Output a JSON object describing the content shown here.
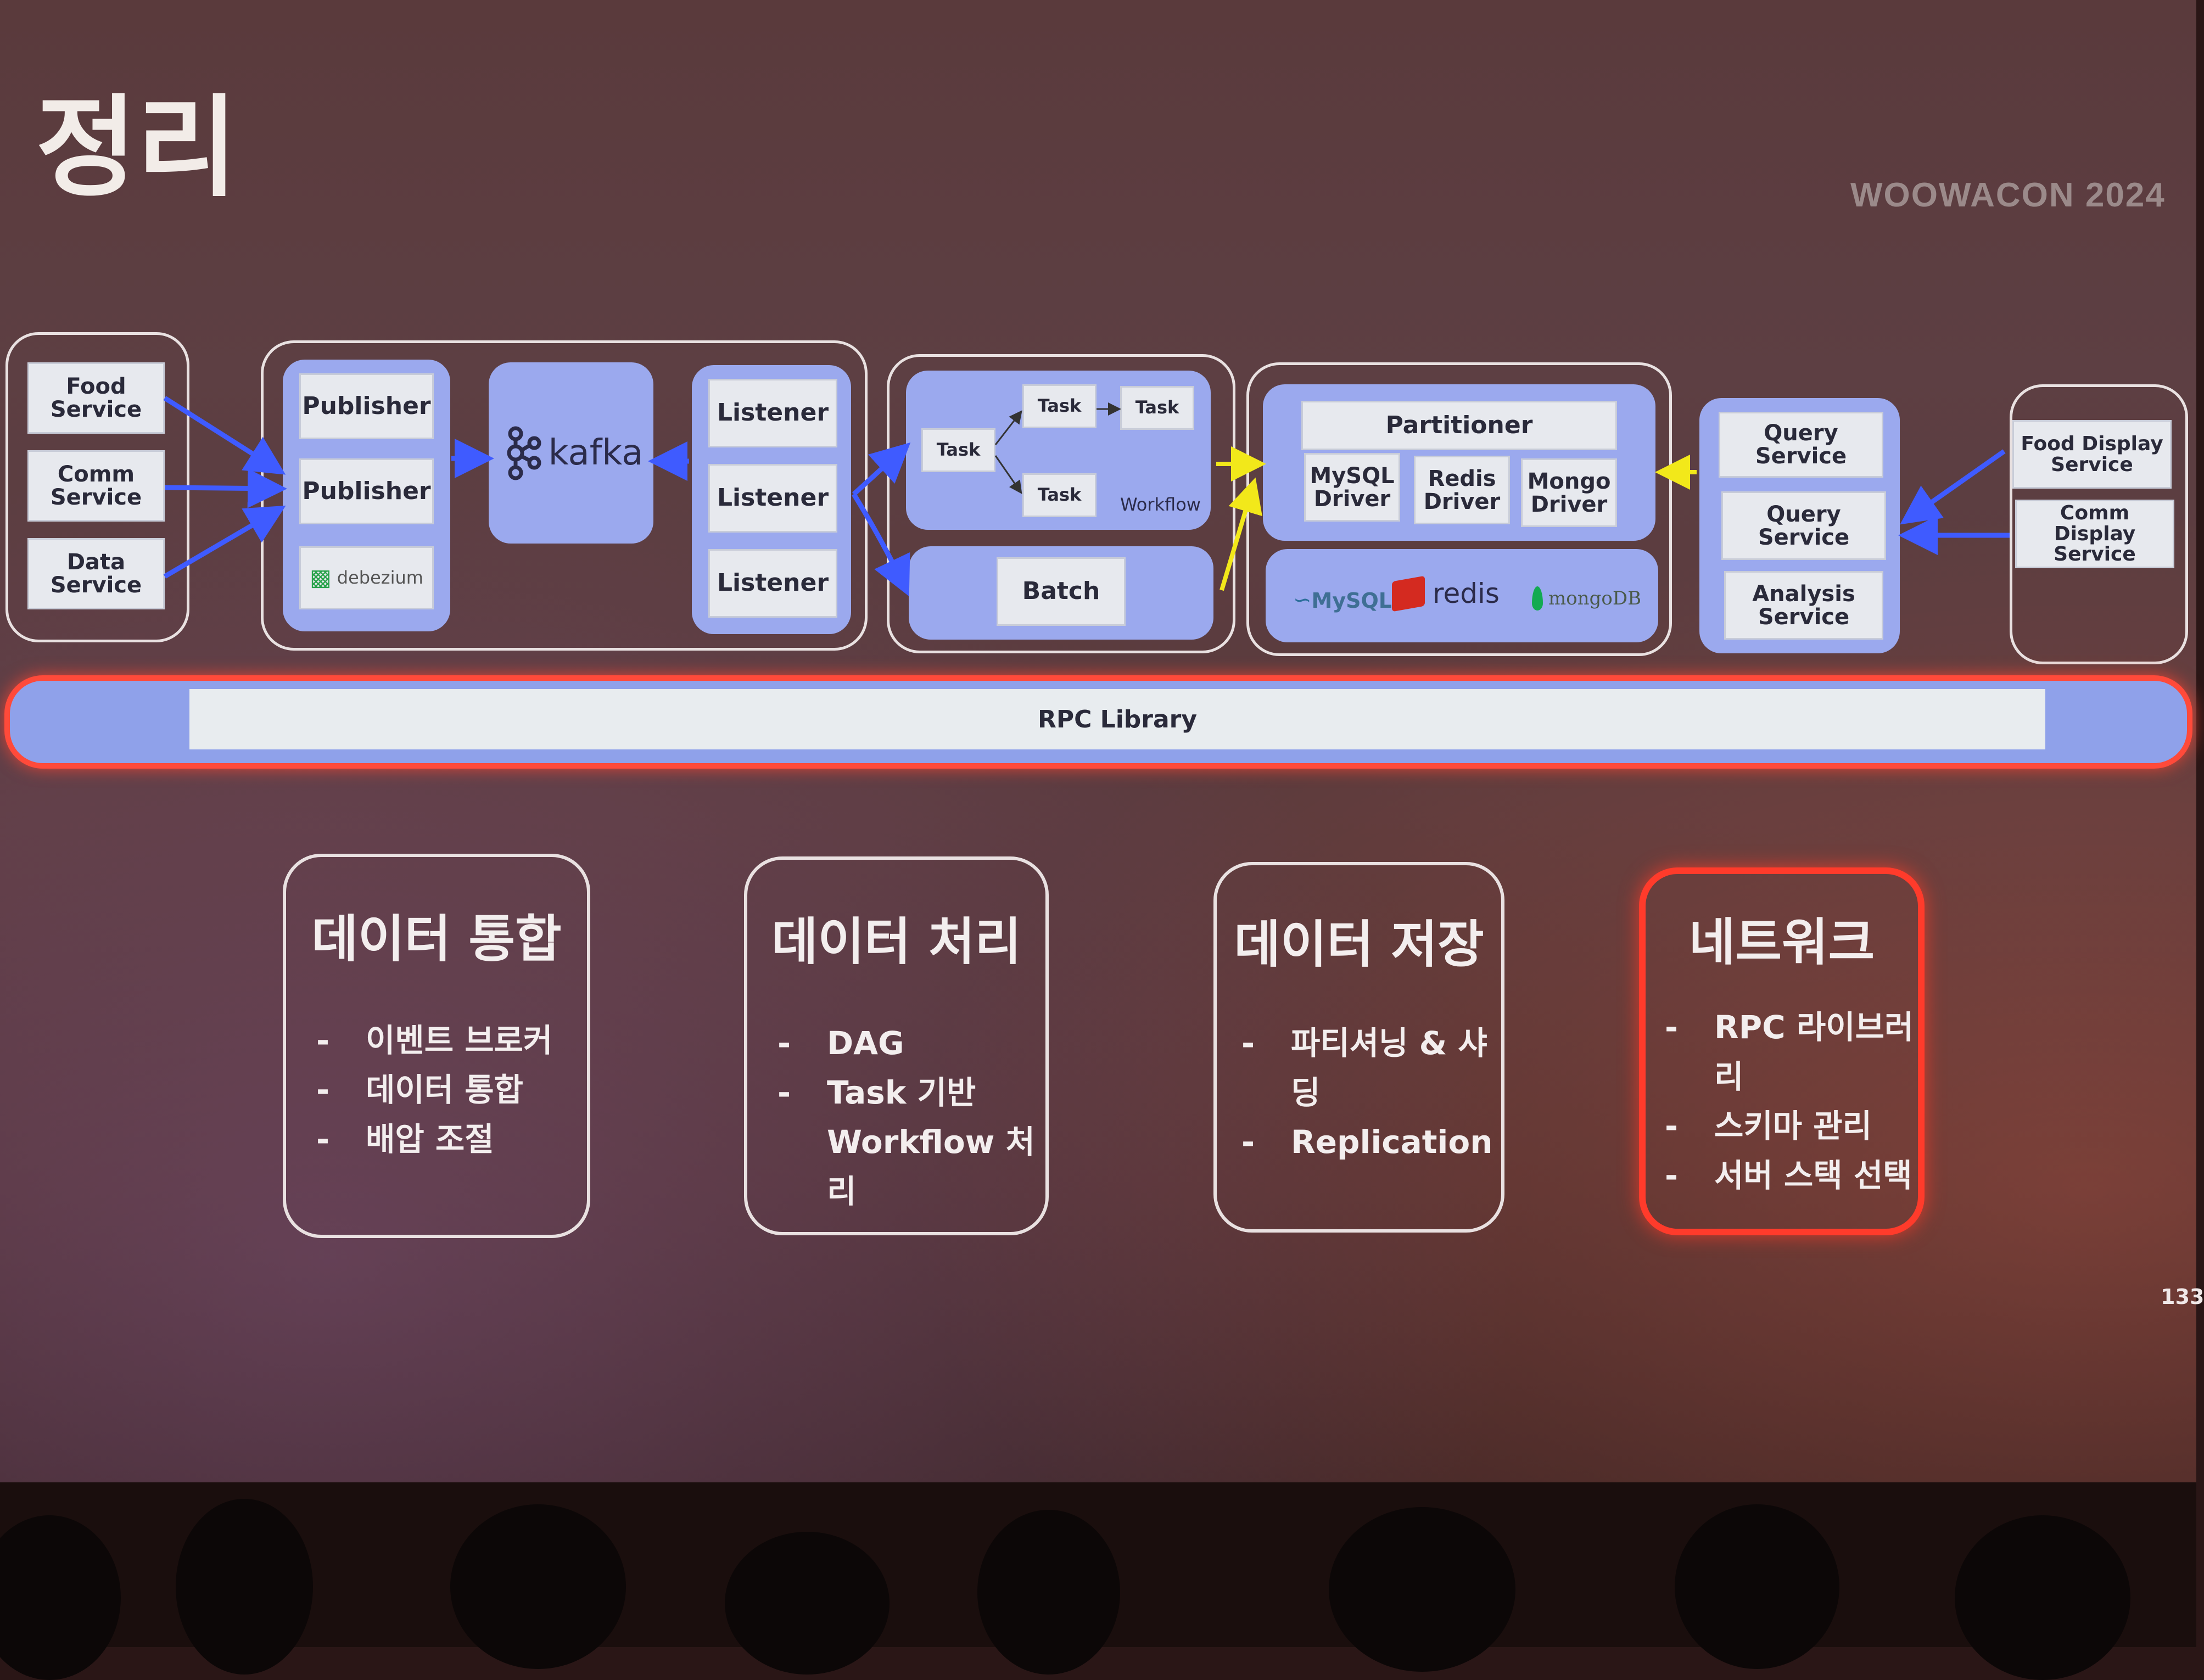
{
  "slide": {
    "title": "정리",
    "brand": "WOOWACON 2024",
    "page_number": "133"
  },
  "sources": [
    "Food\nService",
    "Comm\nService",
    "Data\nService"
  ],
  "integration": {
    "publishers": [
      "Publisher",
      "Publisher"
    ],
    "debezium": "debezium",
    "kafka": "kafka",
    "listeners": [
      "Listener",
      "Listener",
      "Listener"
    ]
  },
  "processing": {
    "tasks": [
      "Task",
      "Task",
      "Task",
      "Task"
    ],
    "workflow": "Workflow",
    "batch": "Batch"
  },
  "storage": {
    "partitioner": "Partitioner",
    "drivers": [
      "MySQL\nDriver",
      "Redis\nDriver",
      "Mongo\nDriver"
    ],
    "mysql_logo": "MySQL",
    "redis_logo": "redis",
    "mongo_logo": "mongoDB"
  },
  "services": [
    "Query Service",
    "Query Service",
    "Analysis\nService"
  ],
  "display": [
    "Food Display\nService",
    "Comm Display\nService"
  ],
  "rpc_library": "RPC Library",
  "cards": [
    {
      "title": "데이터 통합",
      "items": [
        "이벤트 브로커",
        "데이터 통합",
        "배압 조절"
      ]
    },
    {
      "title": "데이터 처리",
      "items": [
        "DAG",
        "Task 기반",
        "Workflow 처리"
      ]
    },
    {
      "title": "데이터 저장",
      "items": [
        "파티셔닝 & 샤딩",
        "Replication"
      ]
    },
    {
      "title": "네트워크",
      "items": [
        "RPC 라이브러리",
        "스키마 관리",
        "서버 스택 선택"
      ]
    }
  ],
  "colors": {
    "panel": "#9ba9ee",
    "highlight": "#ff4a3a",
    "arrow_blue": "#3f5bff",
    "arrow_yellow": "#f2e81a"
  }
}
